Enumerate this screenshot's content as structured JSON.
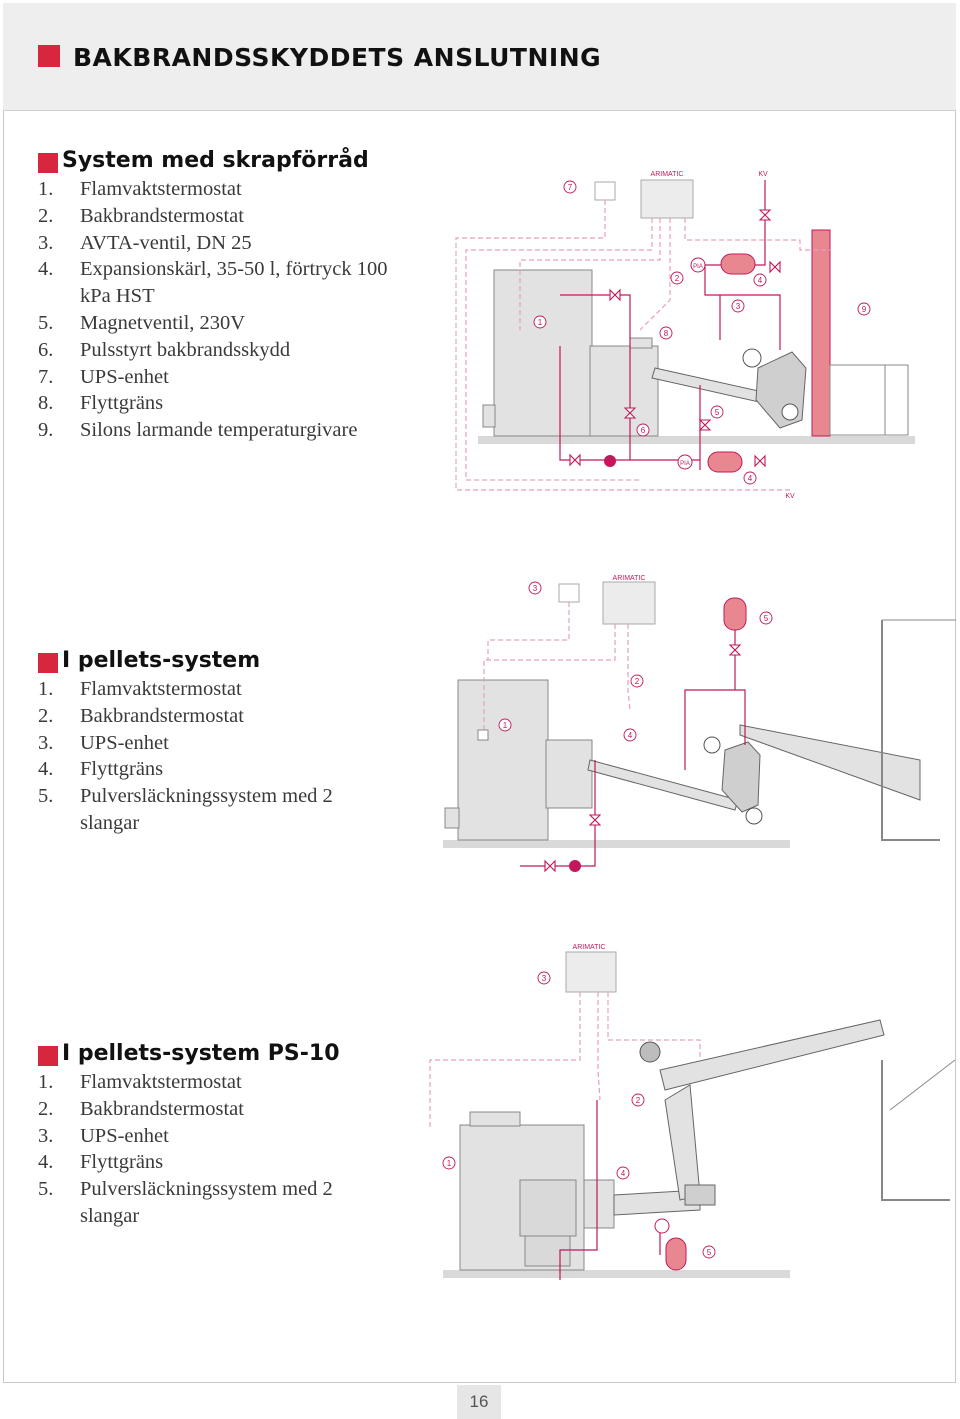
{
  "header": {
    "title": "BAKBRANDSSKYDDETS ANSLUTNING"
  },
  "sections": [
    {
      "title": "System med skrapförråd",
      "items": [
        {
          "num": "1.",
          "text": "Flamvaktstermostat"
        },
        {
          "num": "2.",
          "text": "Bakbrandstermostat"
        },
        {
          "num": "3.",
          "text": "AVTA-ventil, DN 25"
        },
        {
          "num": "4.",
          "text": "Expansionskärl, 35-50 l, förtryck 100 kPa HST"
        },
        {
          "num": "5.",
          "text": "Magnetventil, 230V"
        },
        {
          "num": "6.",
          "text": "Pulsstyrt bakbrandsskydd"
        },
        {
          "num": "7.",
          "text": "UPS-enhet"
        },
        {
          "num": "8.",
          "text": "Flyttgräns"
        },
        {
          "num": "9.",
          "text": "Silons larmande temperaturgivare"
        }
      ],
      "diagram": {
        "box_label": "ARIMATIC",
        "kv_label": "KV",
        "pia_label": "PIA",
        "markers": [
          "7",
          "2",
          "4",
          "3",
          "1",
          "8",
          "9",
          "5",
          "6",
          "4"
        ]
      }
    },
    {
      "title": "I pellets-system",
      "items": [
        {
          "num": "1.",
          "text": "Flamvaktstermostat"
        },
        {
          "num": "2.",
          "text": "Bakbrandstermostat"
        },
        {
          "num": "3.",
          "text": "UPS-enhet"
        },
        {
          "num": "4.",
          "text": "Flyttgräns"
        },
        {
          "num": "5.",
          "text": "Pulversläckningssystem med 2 slangar"
        }
      ],
      "diagram": {
        "box_label": "ARIMATIC",
        "markers": [
          "3",
          "5",
          "2",
          "1",
          "4"
        ]
      }
    },
    {
      "title": "I pellets-system PS-10",
      "items": [
        {
          "num": "1.",
          "text": "Flamvaktstermostat"
        },
        {
          "num": "2.",
          "text": "Bakbrandstermostat"
        },
        {
          "num": "3.",
          "text": "UPS-enhet"
        },
        {
          "num": "4.",
          "text": "Flyttgräns"
        },
        {
          "num": "5.",
          "text": "Pulversläckningssystem med 2 slangar"
        }
      ],
      "diagram": {
        "box_label": "ARIMATIC",
        "markers": [
          "3",
          "2",
          "1",
          "4",
          "5"
        ]
      }
    }
  ],
  "page_number": "16",
  "colors": {
    "accent": "#d7263d",
    "pipe": "#c2185b",
    "wire": "#e8a0b4",
    "machine": "#e2e2e2"
  }
}
